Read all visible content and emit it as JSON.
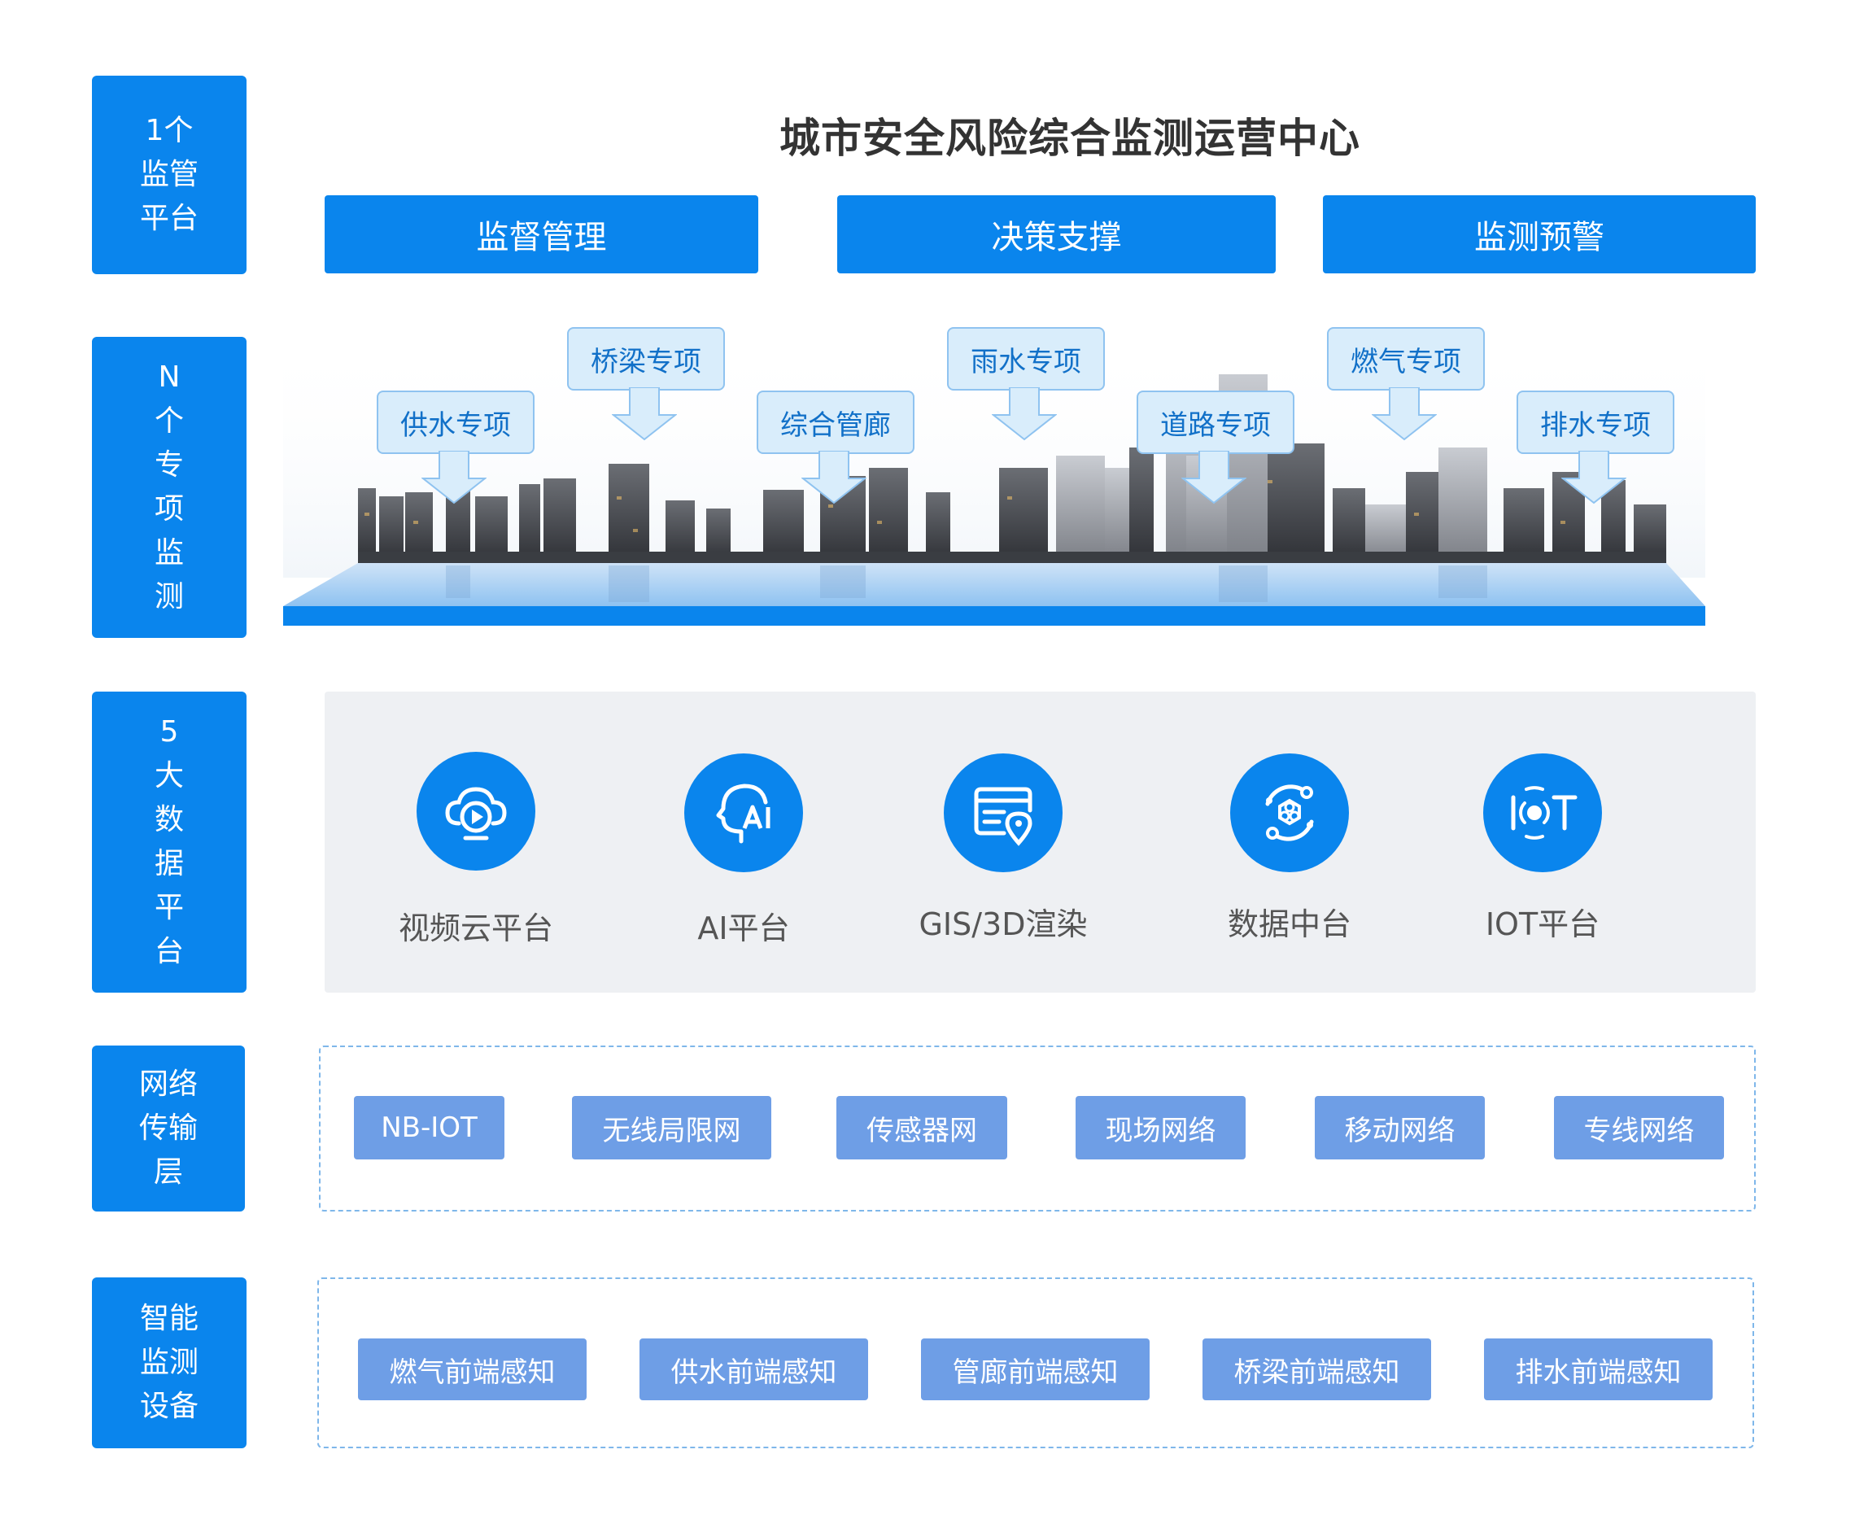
{
  "tiers": {
    "monitor": [
      "1个",
      "监管",
      "平台"
    ],
    "special": [
      "N",
      "个",
      "专",
      "项",
      "监",
      "测"
    ],
    "data": [
      "5",
      "大",
      "数",
      "据",
      "平",
      "台"
    ],
    "network": [
      "网络",
      "传输",
      "层"
    ],
    "devices": [
      "智能",
      "监测",
      "设备"
    ]
  },
  "center": {
    "title": "城市安全风险综合监测运营中心",
    "buttons": [
      "监督管理",
      "决策支撑",
      "监测预警"
    ]
  },
  "specials": [
    "供水专项",
    "桥梁专项",
    "综合管廊",
    "雨水专项",
    "道路专项",
    "燃气专项",
    "排水专项"
  ],
  "platforms": [
    {
      "label": "视频云平台",
      "icon": "video-cloud-icon"
    },
    {
      "label": "AI平台",
      "icon": "ai-head-icon"
    },
    {
      "label": "GIS/3D渲染",
      "icon": "gis-map-icon"
    },
    {
      "label": "数据中台",
      "icon": "data-hub-icon"
    },
    {
      "label": "IOT平台",
      "icon": "iot-icon"
    }
  ],
  "networks": [
    "NB-IOT",
    "无线局限网",
    "传感器网",
    "现场网络",
    "移动网络",
    "专线网络"
  ],
  "devices": [
    "燃气前端感知",
    "供水前端感知",
    "管廊前端感知",
    "桥梁前端感知",
    "排水前端感知"
  ],
  "colors": {
    "primary": "#0a85ed",
    "chip": "#6e9ee6",
    "callout_bg": "#d9edfb",
    "panel_bg": "#eef0f3"
  }
}
